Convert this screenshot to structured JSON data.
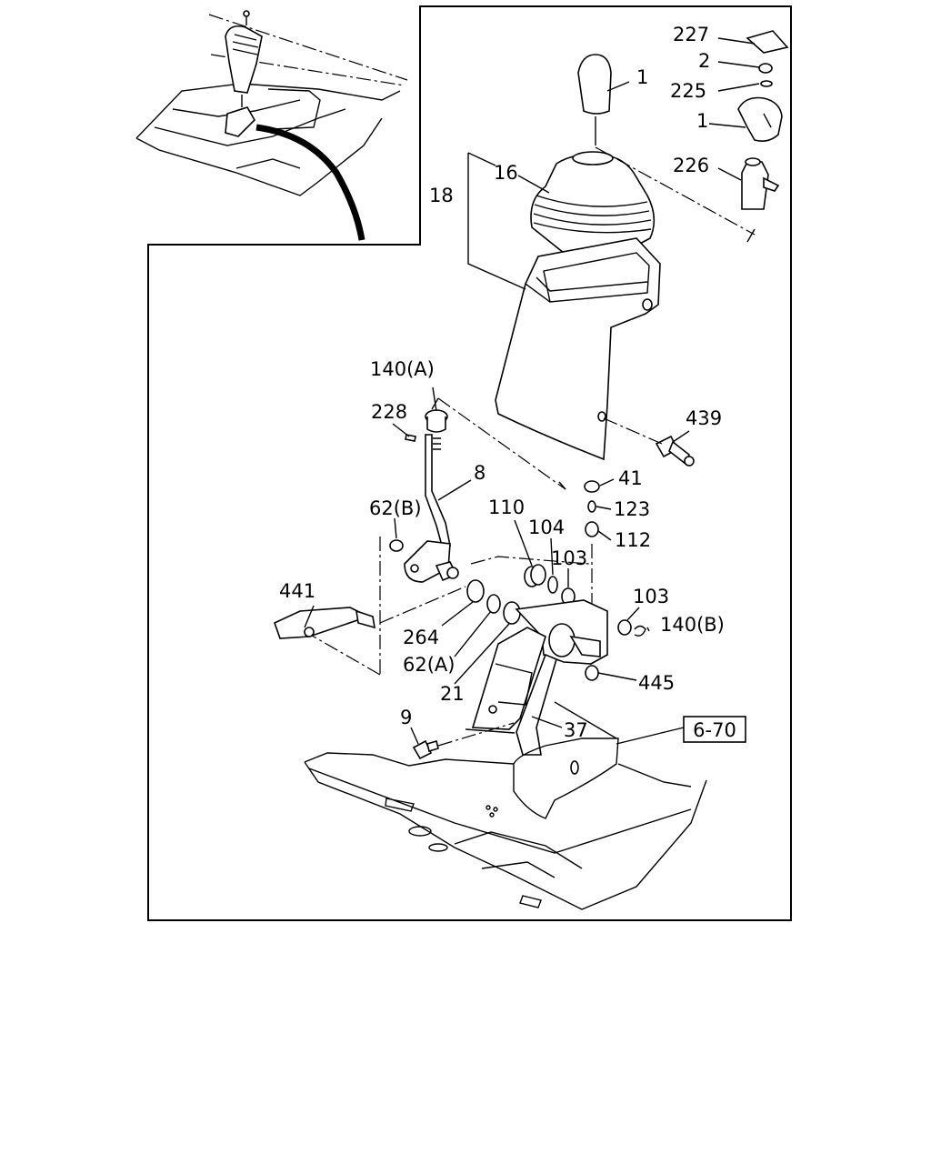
{
  "reference_box": "6-70",
  "callouts": {
    "c227": "227",
    "c2": "2",
    "c225": "225",
    "c1_knob": "1",
    "c1_knob_alt": "1",
    "c226": "226",
    "c16": "16",
    "c18": "18",
    "c140a": "140(A)",
    "c228": "228",
    "c439": "439",
    "c8": "8",
    "c41": "41",
    "c123": "123",
    "c62b": "62(B)",
    "c110": "110",
    "c104": "104",
    "c112": "112",
    "c103_upper": "103",
    "c441": "441",
    "c103_lower": "103",
    "c140b": "140(B)",
    "c264": "264",
    "c62a": "62(A)",
    "c21": "21",
    "c445": "445",
    "c9": "9",
    "c37": "37"
  }
}
